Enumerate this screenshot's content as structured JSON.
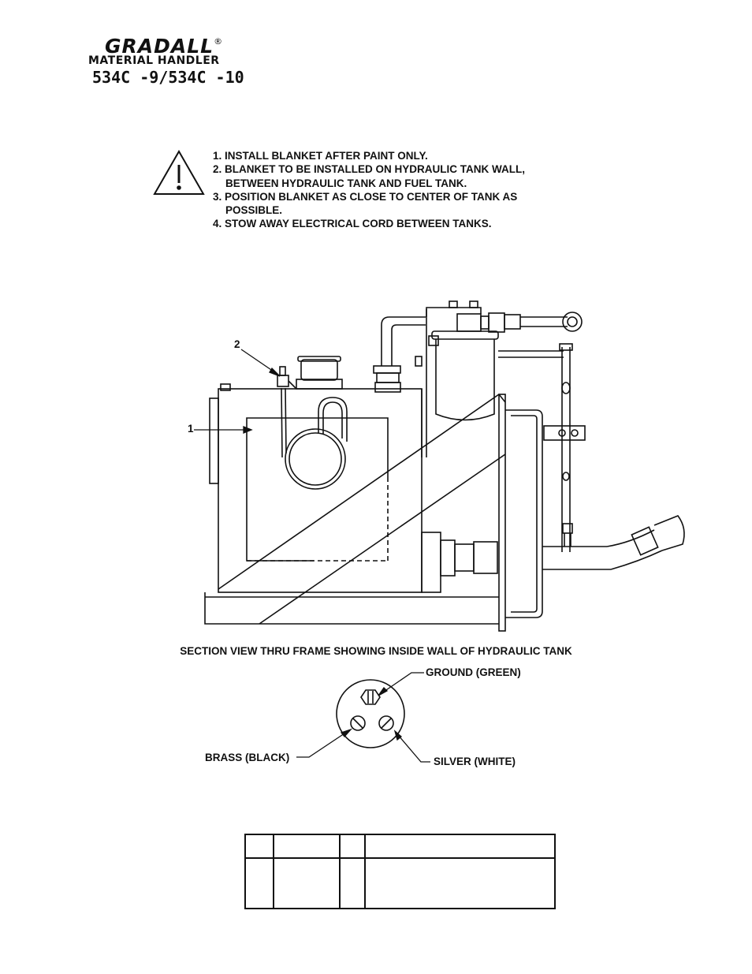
{
  "header": {
    "brand": "GRADALL",
    "registered": "®",
    "subtitle": "MATERIAL HANDLER",
    "model": "534C -9/534C -10"
  },
  "warning": {
    "icon": "warning-triangle-icon",
    "notes": [
      "1. INSTALL BLANKET AFTER PAINT ONLY.",
      "2. BLANKET TO BE INSTALLED ON HYDRAULIC TANK WALL,",
      "BETWEEN HYDRAULIC TANK AND FUEL TANK.",
      "3. POSITION BLANKET AS CLOSE TO CENTER OF TANK AS",
      "POSSIBLE.",
      "4. STOW AWAY ELECTRICAL CORD BETWEEN TANKS."
    ]
  },
  "drawing": {
    "callouts": [
      "1",
      "2"
    ],
    "caption": "SECTION VIEW THRU FRAME SHOWING INSIDE WALL OF HYDRAULIC TANK"
  },
  "plug": {
    "ground": "GROUND (GREEN)",
    "brass": "BRASS (BLACK)",
    "silver": "SILVER (WHITE)"
  },
  "parts_table": {
    "columns": [
      "",
      "",
      "",
      ""
    ],
    "rows": [
      [
        "",
        "",
        "",
        ""
      ]
    ]
  }
}
